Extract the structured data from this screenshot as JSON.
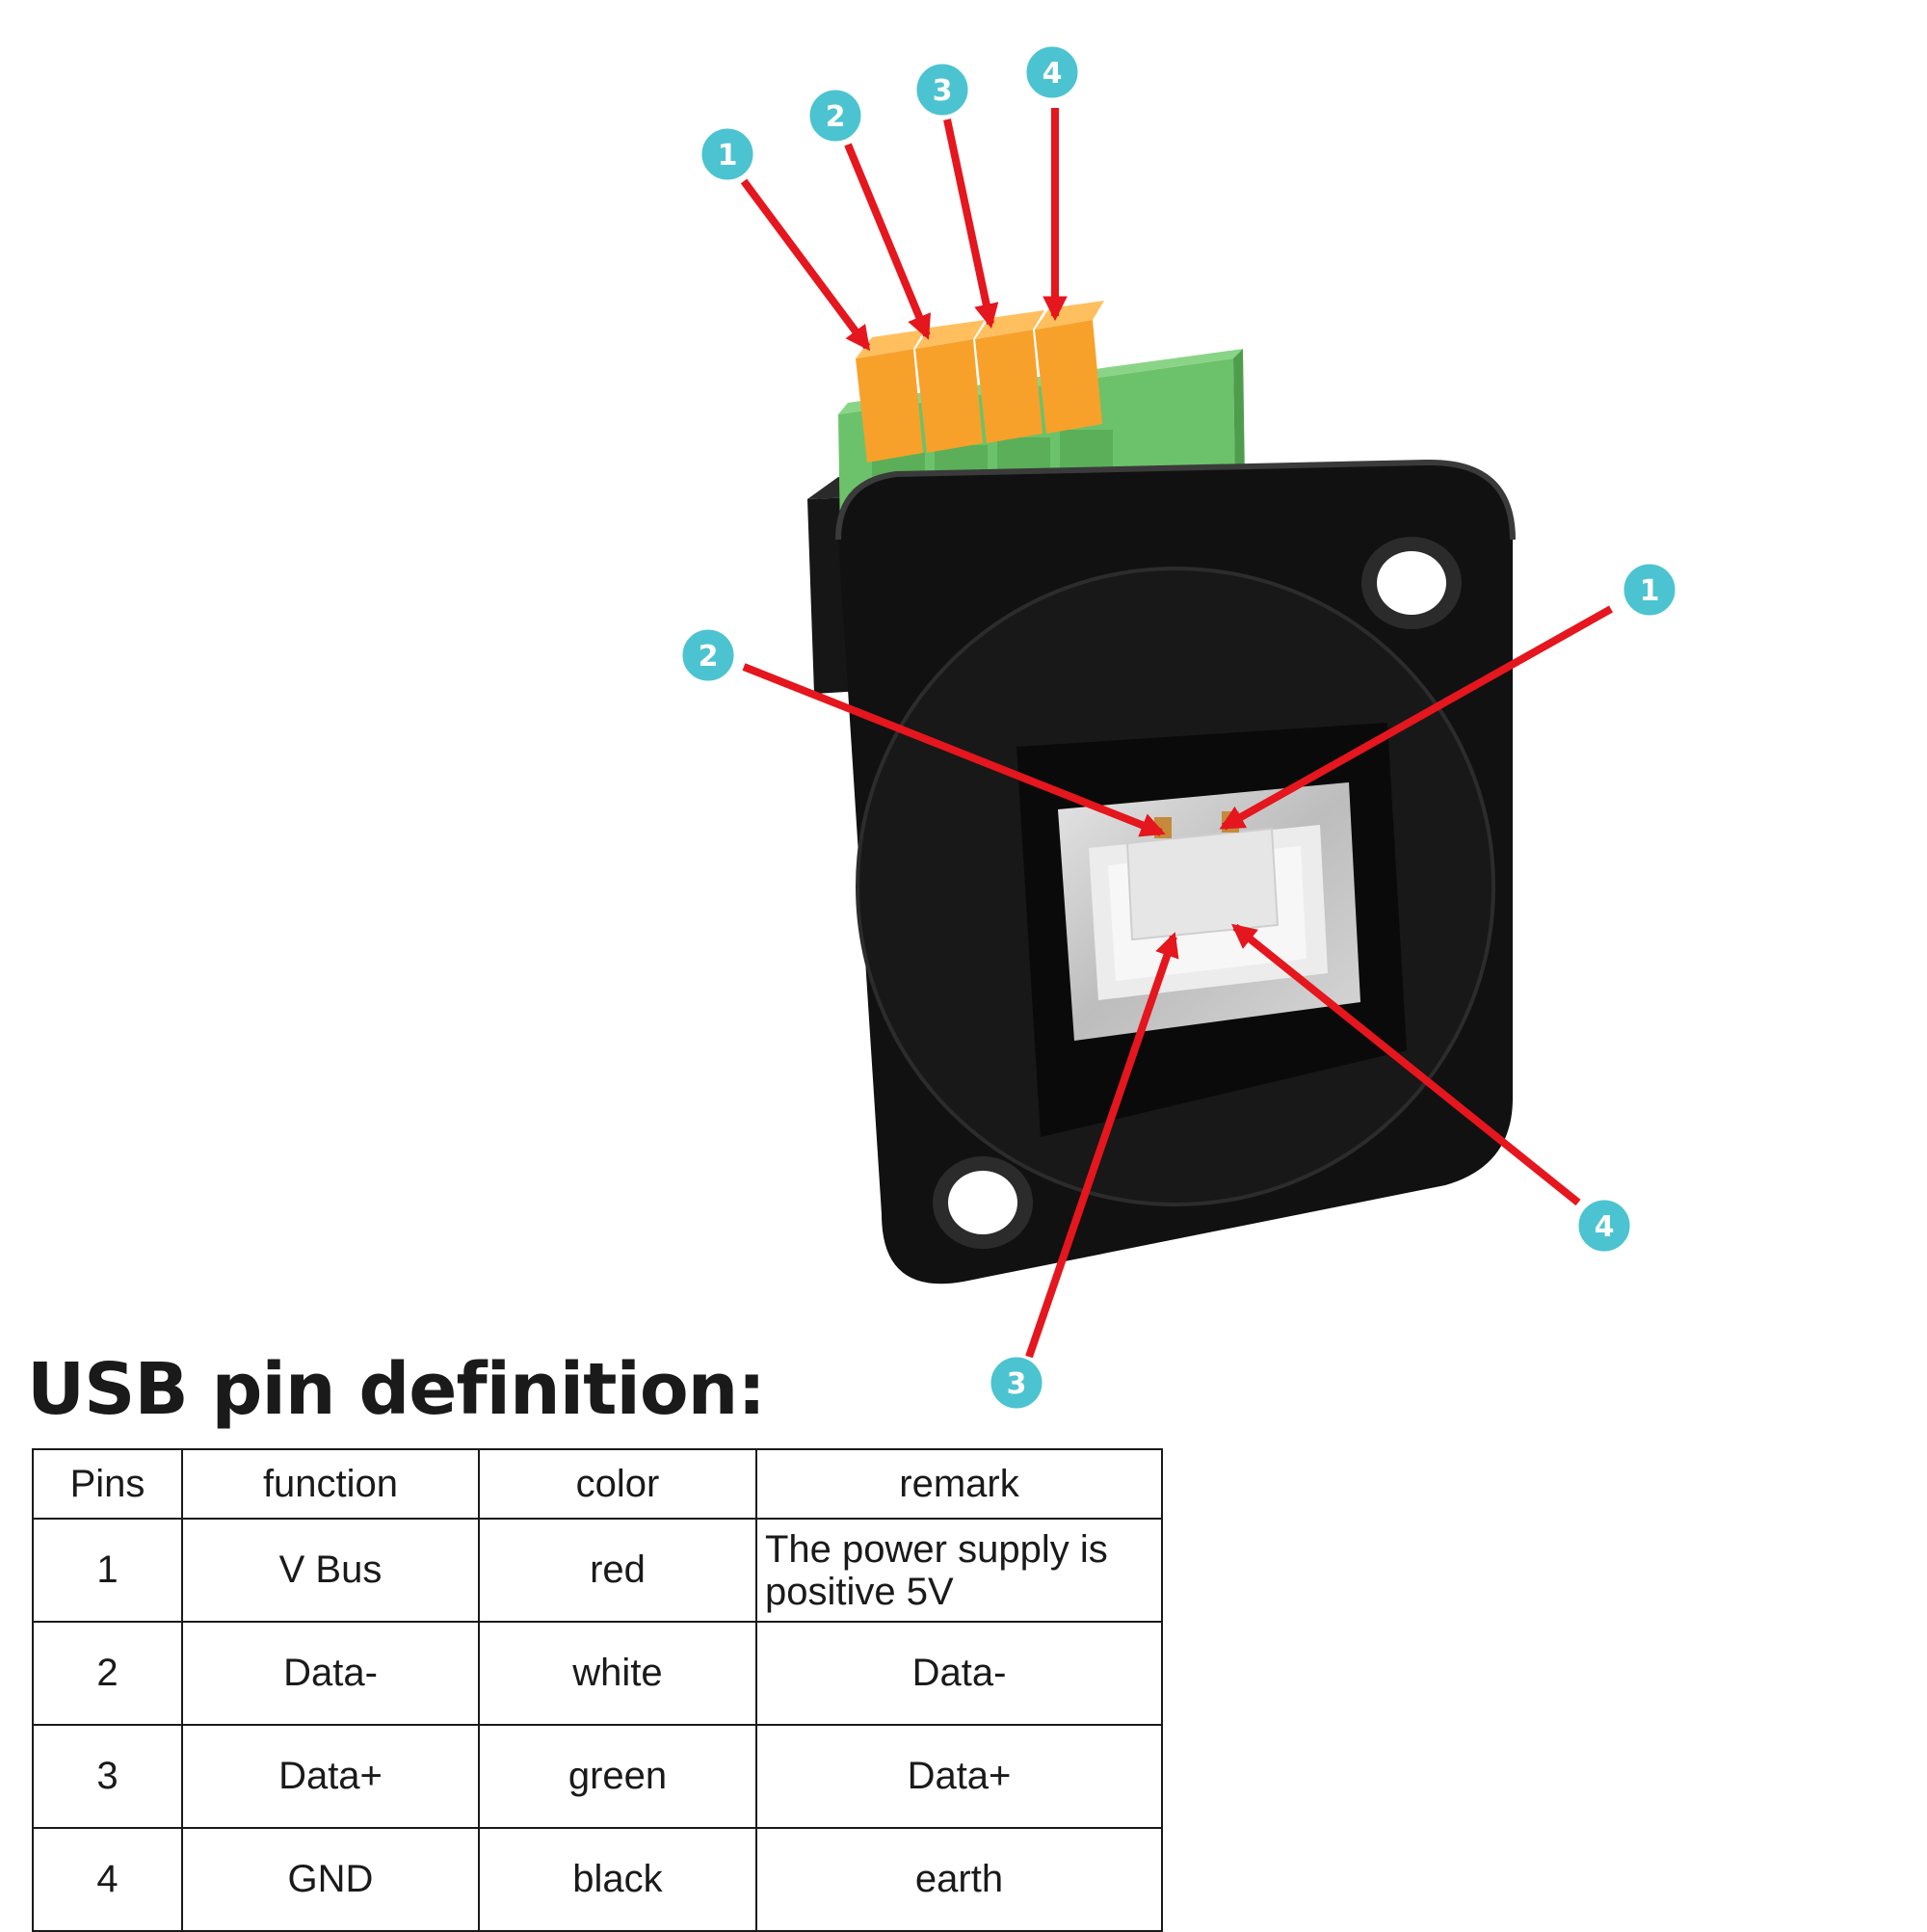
{
  "title": "USB pin definition:",
  "table": {
    "headers": [
      "Pins",
      "function",
      "color",
      "remark"
    ],
    "rows": [
      [
        "1",
        "V Bus",
        "red",
        "The power supply is positive 5V"
      ],
      [
        "2",
        "Data-",
        "white",
        "Data-"
      ],
      [
        "3",
        "Data+",
        "green",
        "Data+"
      ],
      [
        "4",
        "GND",
        "black",
        "earth"
      ]
    ]
  },
  "callouts": {
    "terminal": [
      "1",
      "2",
      "3",
      "4"
    ],
    "socket": [
      "1",
      "2",
      "3",
      "4"
    ]
  },
  "colors": {
    "badge": "#4cc3d0",
    "arrow": "#e5161d",
    "housing": "#111111",
    "terminal_green": "#6cc26a",
    "lever_orange": "#f7a12b",
    "shield_metal": "#c9c9c9"
  }
}
